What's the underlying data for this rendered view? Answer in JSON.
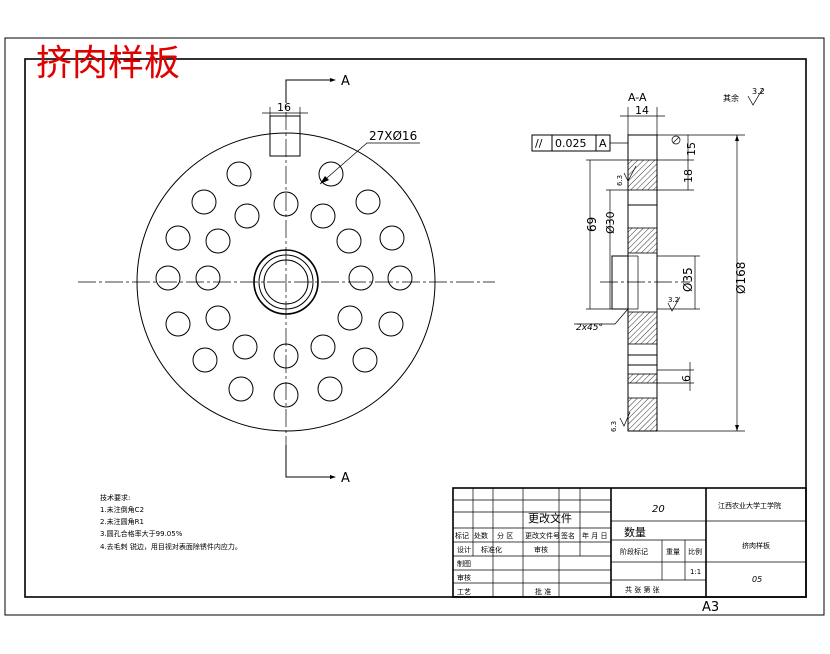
{
  "title": "挤肉样板",
  "main_view": {
    "section_label_top": "A",
    "section_label_bottom": "A",
    "slot_dim": "16",
    "holes_dim": "27XØ16"
  },
  "section_view": {
    "label": "A-A",
    "dim_width": "14",
    "tolerance_symbol": "//",
    "tolerance_value": "0.025",
    "tolerance_datum": "A",
    "dim_15": "15",
    "dim_18": "18",
    "dim_69": "69",
    "dim_30": "Ø30",
    "dim_35": "Ø35",
    "dim_168": "Ø168",
    "dim_6": "6",
    "chamfer": "2x45°",
    "rough_rest_label": "其余",
    "rough_rest_value": "3.2",
    "rough_a": "6.3",
    "rough_b": "3.2",
    "rough_c": "6.3"
  },
  "tech_requirements": {
    "heading": "技术要求:",
    "items": [
      "1.未注倒角C2",
      "2.未注圆角R1",
      "3.圆孔合格率大于99.05%",
      "4.去毛刺 锐边，用目视对表面除锈件内应力。"
    ]
  },
  "title_block": {
    "change_file": "更改文件",
    "mark": "标记",
    "count": "处数",
    "zone": "分 区",
    "file_no": "更改文件号",
    "sign": "签名",
    "date": "年 月 日",
    "design": "设计",
    "std": "标准化",
    "check": "审核",
    "process": "工艺",
    "approve": "批 准",
    "drawn": "制图",
    "verify": "审核",
    "num_value": "20",
    "quantity": "数量",
    "stage_mark": "阶段标记",
    "weight": "重量",
    "scale": "比例",
    "scale_value": "1:1",
    "sheets": "共   张  第   张",
    "school": "江西农业大学工学院",
    "part_name": "挤肉样板",
    "drawing_no": "05",
    "paper_size": "A3"
  }
}
